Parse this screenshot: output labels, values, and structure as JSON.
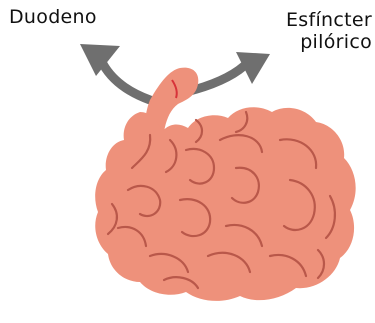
{
  "labels": {
    "duodeno": "Duodeno",
    "esfinter_line1": "Esfíncter",
    "esfinter_line2": "pilórico"
  },
  "colors": {
    "intestine_fill": "#ee917b",
    "intestine_fold": "#b9584a",
    "arrow": "#6f6f6f",
    "sphincter_mark": "#d7333a",
    "background": "#ffffff"
  },
  "icons": {
    "arrow_left": "curved-arrow-up-left",
    "arrow_right": "curved-arrow-up-right"
  }
}
